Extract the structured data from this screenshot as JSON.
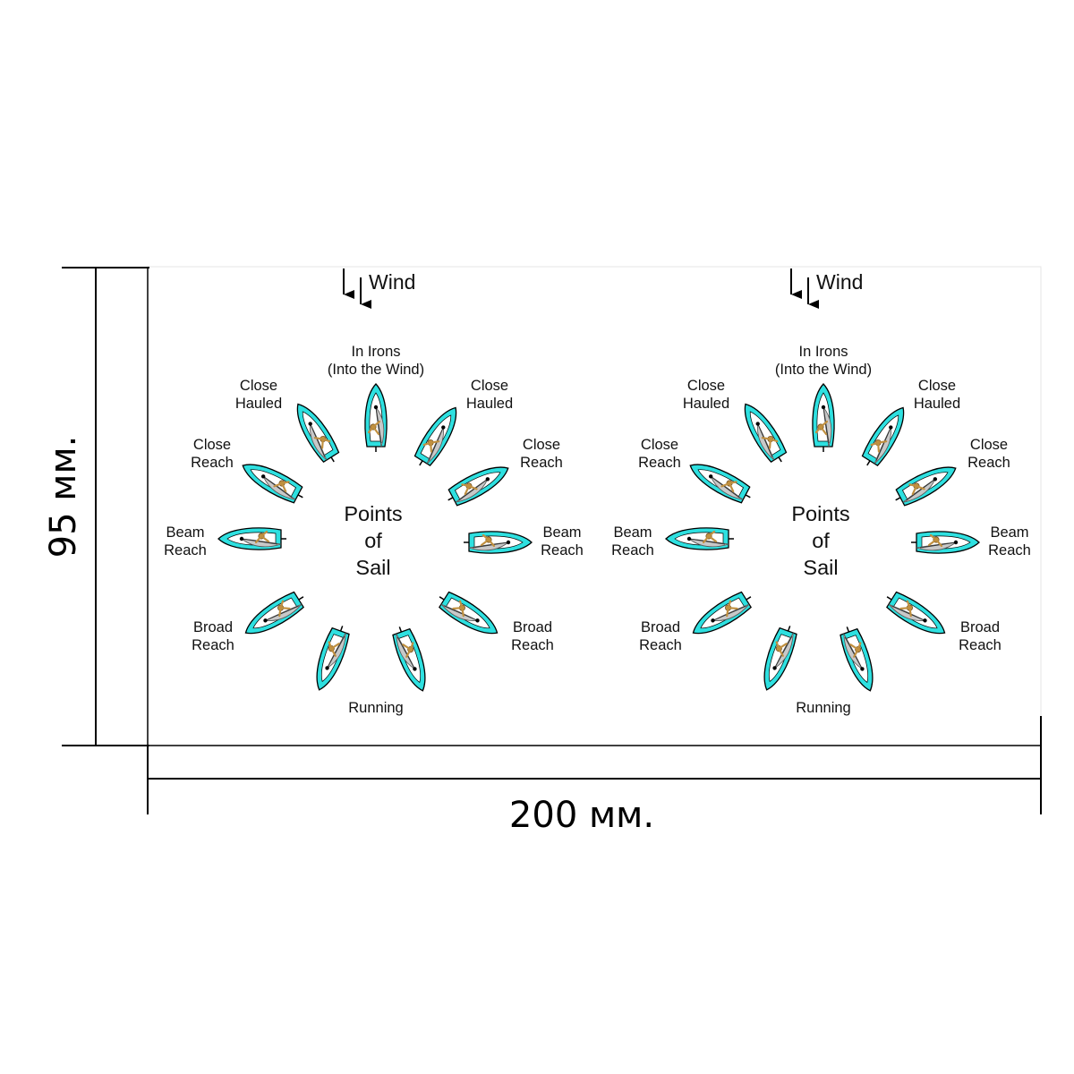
{
  "dimensions": {
    "height_label": "95 мм.",
    "width_label": "200 мм."
  },
  "panels": [
    {
      "wind_label": "Wind",
      "title_lines": [
        "Points",
        "of",
        "Sail"
      ],
      "points": [
        {
          "lines": [
            "In Irons",
            "(Into the Wind)"
          ]
        },
        {
          "lines": [
            "Close",
            "Hauled"
          ]
        },
        {
          "lines": [
            "Close",
            "Hauled"
          ]
        },
        {
          "lines": [
            "Close",
            "Reach"
          ]
        },
        {
          "lines": [
            "Close",
            "Reach"
          ]
        },
        {
          "lines": [
            "Beam",
            "Reach"
          ]
        },
        {
          "lines": [
            "Beam",
            "Reach"
          ]
        },
        {
          "lines": [
            "Broad",
            "Reach"
          ]
        },
        {
          "lines": [
            "Broad",
            "Reach"
          ]
        },
        {
          "lines": [
            "Running"
          ]
        }
      ]
    },
    {
      "wind_label": "Wind",
      "title_lines": [
        "Points",
        "of",
        "Sail"
      ],
      "points": [
        {
          "lines": [
            "In Irons",
            "(Into the Wind)"
          ]
        },
        {
          "lines": [
            "Close",
            "Hauled"
          ]
        },
        {
          "lines": [
            "Close",
            "Hauled"
          ]
        },
        {
          "lines": [
            "Close",
            "Reach"
          ]
        },
        {
          "lines": [
            "Close",
            "Reach"
          ]
        },
        {
          "lines": [
            "Beam",
            "Reach"
          ]
        },
        {
          "lines": [
            "Beam",
            "Reach"
          ]
        },
        {
          "lines": [
            "Broad",
            "Reach"
          ]
        },
        {
          "lines": [
            "Broad",
            "Reach"
          ]
        },
        {
          "lines": [
            "Running"
          ]
        }
      ]
    }
  ],
  "colors": {
    "hull": "#2ee0e0",
    "sail": "#c8c8c8",
    "sailor": "#c09040",
    "line": "#000000"
  }
}
